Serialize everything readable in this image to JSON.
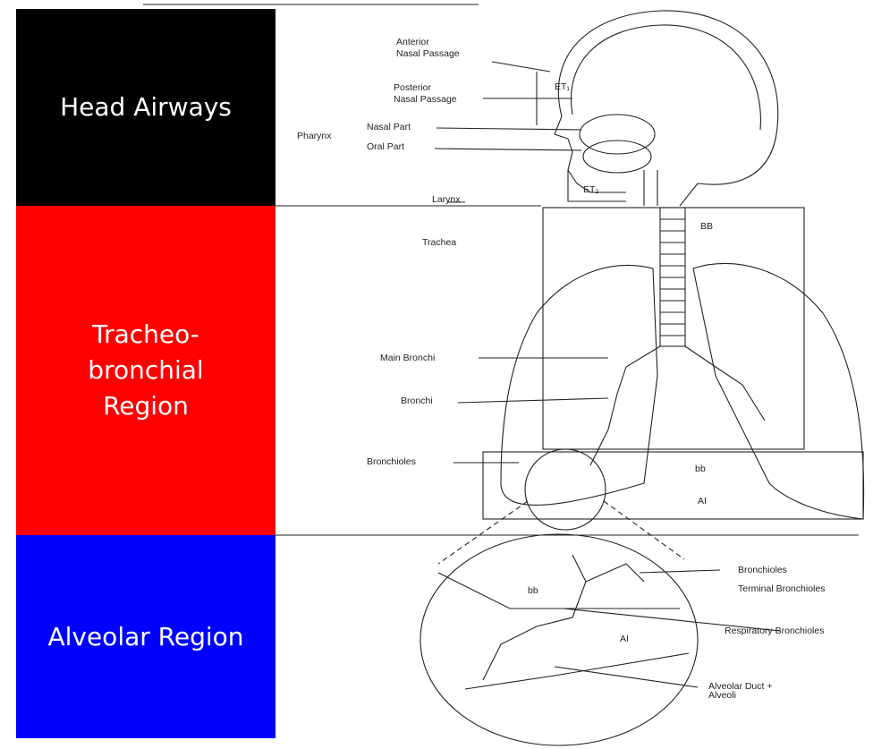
{
  "regions": [
    {
      "id": "head",
      "label": "Head Airways",
      "color": "#000000"
    },
    {
      "id": "tb",
      "label": "Tracheo-\nbronchial\nRegion",
      "color": "#ff0000"
    },
    {
      "id": "alv",
      "label": "Alveolar Region",
      "color": "#0000ff"
    }
  ],
  "labels": {
    "anterior_1": "Anterior",
    "anterior_2": "Nasal Passage",
    "posterior_1": "Posterior",
    "posterior_2": "Nasal Passage",
    "pharynx": "Pharynx",
    "nasal_part": "Nasal Part",
    "oral_part": "Oral Part",
    "et1": "ET₁",
    "et2": "ET₂",
    "larynx": "Larynx",
    "trachea": "Trachea",
    "bb_upper": "BB",
    "main_bronchi": "Main Bronchi",
    "bronchi": "Bronchi",
    "bronchioles": "Bronchioles",
    "bb_lower": "bb",
    "ai_lower": "AI",
    "inset_bb": "bb",
    "inset_ai": "AI",
    "inset_bronchioles": "Bronchioles",
    "terminal_bronchioles": "Terminal Bronchioles",
    "respiratory_bronchioles": "Respiratory Bronchioles",
    "alveolar_1": "Alveolar Duct +",
    "alveolar_2": "Alveoli"
  }
}
